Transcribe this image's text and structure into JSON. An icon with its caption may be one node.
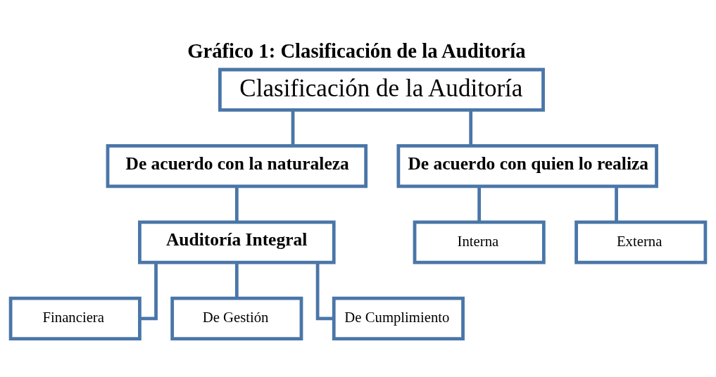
{
  "diagram": {
    "title": "Gráfico 1: Clasificación de la Auditoría",
    "nodes": [
      {
        "text": [
          "Clasificación de la Auditoría"
        ]
      },
      {
        "text": [
          "De acuerdo con la naturaleza"
        ]
      },
      {
        "text": [
          "De acuerdo con quien lo realiza"
        ]
      },
      {
        "text": [
          "Auditoría Integral"
        ]
      },
      {
        "text": [
          "Financiera"
        ]
      },
      {
        "text": [
          "De Gestión"
        ]
      },
      {
        "text": [
          "De Cumplimiento"
        ]
      },
      {
        "text": [
          "Interna"
        ]
      },
      {
        "text": [
          "Externa"
        ]
      }
    ],
    "edges": [
      {
        "from": 0,
        "to": 1,
        "arrow": "none"
      },
      {
        "from": 0,
        "to": 2,
        "arrow": "none"
      },
      {
        "from": 1,
        "to": 3,
        "arrow": "none"
      },
      {
        "from": 3,
        "to": 4,
        "arrow": "none"
      },
      {
        "from": 3,
        "to": 5,
        "arrow": "none"
      },
      {
        "from": 3,
        "to": 6,
        "arrow": "none"
      },
      {
        "from": 2,
        "to": 7,
        "arrow": "none"
      },
      {
        "from": 2,
        "to": 8,
        "arrow": "none"
      }
    ]
  }
}
